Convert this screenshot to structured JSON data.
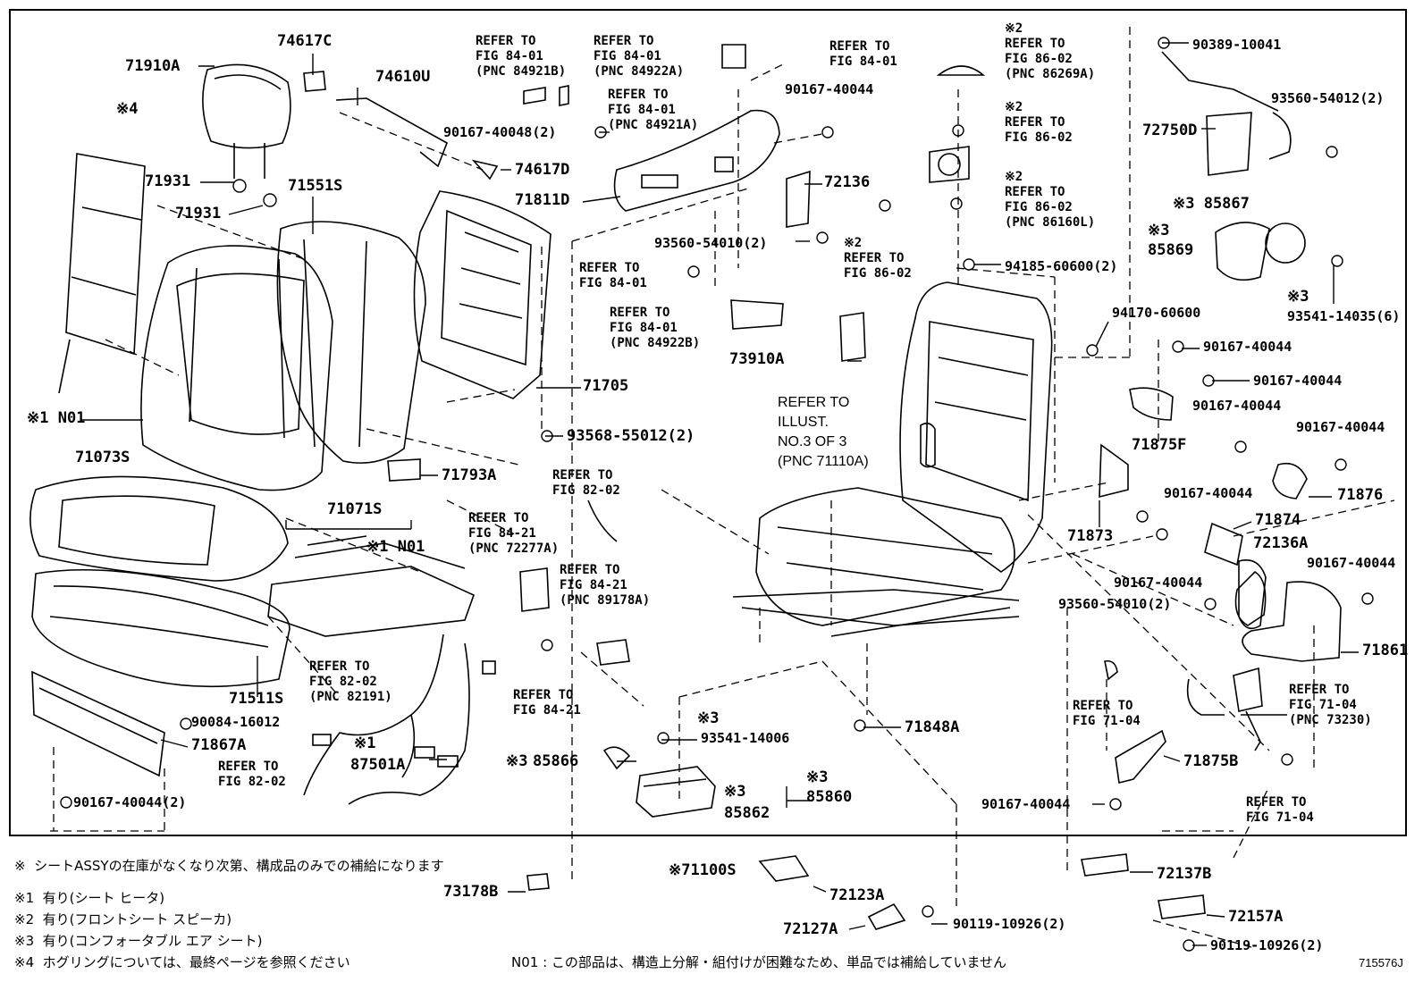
{
  "parts": {
    "p71910A": "71910A",
    "p74617C": "74617C",
    "p74610U": "74610U",
    "p71931a": "71931",
    "p71931b": "71931",
    "p71551S": "71551S",
    "p74617D": "74617D",
    "p71811D": "71811D",
    "p71705": "71705",
    "p71073S": "71073S",
    "p93568_55012": "93568-55012(2)",
    "p71793A": "71793A",
    "p71071S": "71071S",
    "pN01b": "※1 N01",
    "p71511S": "71511S",
    "p90084_16012": "90084-16012",
    "p71867A": "71867A",
    "p90167_40044_2a": "90167-40044(2)",
    "p87501A": "87501A",
    "p90167_40048": "90167-40048(2)",
    "p90167_40044_top": "90167-40044",
    "p72136": "72136",
    "p93560_54010_a": "93560-54010(2)",
    "p73910A": "73910A",
    "p94185_60600": "94185-60600(2)",
    "p94170_60600": "94170-60600",
    "p90389_10041": "90389-10041",
    "p93560_54012": "93560-54012(2)",
    "p72750D": "72750D",
    "p85867": "※3 85867",
    "p85869": "85869",
    "p93541_14035": "93541-14035(6)",
    "p90167_40044_r1": "90167-40044",
    "p90167_40044_r2": "90167-40044",
    "p71875F": "71875F",
    "p90167_40044_r3": "90167-40044",
    "p90167_40044_r4": "90167-40044",
    "p71876": "71876",
    "p71873": "71873",
    "p90167_40044_r5": "90167-40044",
    "p71874": "71874",
    "p72136A": "72136A",
    "p90167_40044_r6": "90167-40044",
    "p90167_40044_r7": "90167-40044",
    "p93560_54010_b": "93560-54010(2)",
    "p71861": "71861",
    "p71848A": "71848A",
    "p71875B": "71875B",
    "p90167_40044_r8": "90167-40044",
    "p93541_14006": "93541-14006",
    "p85866": "85866",
    "p85866mark": "※3",
    "p93541mark": "※3",
    "p85862": "85862",
    "p85862mark": "※3",
    "p85860": "85860",
    "p85860mark": "※3",
    "p71100S": "※71100S",
    "p73178B": "73178B",
    "p72123A": "72123A",
    "p72127A": "72127A",
    "p90119_10926_a": "90119-10926(2)",
    "p72137B": "72137B",
    "p72157A": "72157A",
    "p90119_10926_b": "90119-10926(2)",
    "pN01a": "※1 N01",
    "p4mark": "※4",
    "p87501mark": "※1",
    "p85869mark": "※3",
    "p93541_14035mark": "※3"
  },
  "refs": {
    "r1": "REFER TO\nFIG 84-01\n(PNC 84921B)",
    "r2": "REFER TO\nFIG 84-01\n(PNC 84922A)",
    "r3": "REFER TO\nFIG 84-01\n(PNC 84921A)",
    "r4": "REFER TO\nFIG 84-01",
    "r5": "※2\nREFER TO\nFIG 86-02\n(PNC 86269A)",
    "r6": "※2\nREFER TO\nFIG 86-02",
    "r7": "※2\nREFER TO\nFIG 86-02\n(PNC 86160L)",
    "r8": "REFER TO\nFIG 84-01",
    "r9": "REFER TO\nFIG 84-01\n(PNC 84922B)",
    "r10": "※2\nREFER TO\nFIG 86-02",
    "r11": "REFER TO\nILLUST.\nNO.3 OF 3\n(PNC 71110A)",
    "r12": "REFER TO\nFIG 82-02",
    "r13": "REFER TO\nFIG 84-21\n(PNC 72277A)",
    "r14": "REFER TO\nFIG 84-21\n(PNC 89178A)",
    "r15": "REFER TO\nFIG 82-02\n(PNC 82191)",
    "r16": "REFER TO\nFIG 84-21",
    "r17": "REFER TO\nFIG 82-02",
    "r18": "REFER TO\nFIG 71-04",
    "r19": "REFER TO\nFIG 71-04\n(PNC 73230)",
    "r20": "REFER TO\nFIG 71-04"
  },
  "notes": {
    "n0": "※  シートASSYの在庫がなくなり次第、構成品のみでの補給になります",
    "n1": "※1  有り(シート ヒータ)",
    "n2": "※2  有り(フロントシート スピーカ)",
    "n3": "※3  有り(コンフォータブル エア シート)",
    "n4": "※4  ホグリングについては、最終ページを参照ください",
    "n5": "N01 : この部品は、構造上分解・組付けが困難なため、単品では補給していません",
    "code": "715576J"
  }
}
